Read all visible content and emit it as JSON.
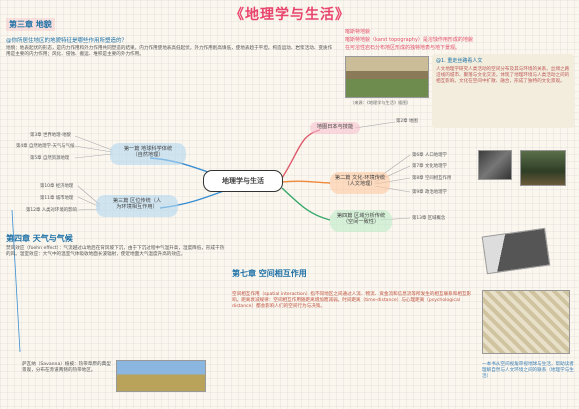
{
  "title": "《地理学与生活》",
  "chapter3": {
    "heading": "第三章 地貌",
    "question": "@你所居住地区的地貌特征是哪些作用所塑造的？",
    "body": "地貌：地表起伏的形态，是内力作用和外力作用共同塑造的结果。内力作用使地表高低起伏，外力作用削高填低，使地表趋于平坦。构造运动、岩浆活动、变质作用是主要的内力作用；风化、侵蚀、搬运、堆积是主要的外力作用。"
  },
  "karst": {
    "line1": "喀斯特地貌",
    "line2": "喀斯特地貌（karst topography）是溶蚀作用形成的地貌",
    "line3": "在可溶性岩石分布地区形成的独特地表与地下景观。",
    "caption": "（来源：《地理学与生活》插图）"
  },
  "note": {
    "heading": "@1. 重走丝路看人文",
    "body": "人文地理学研究人类活动的空间分布及其与环境的关系。丝绸之路沿线的城市、聚落与文化交流，体现了地理环境与人类活动之间的相互影响。文化在空间中扩散、融合，形成了独特的文化景观。"
  },
  "mindmap": {
    "center": "地理学与生活",
    "b1": "第一篇 地球科学体统\n（自然地理）",
    "b2": "第二篇 文化-环境传统\n（人文地理）",
    "b3": "第三篇 区位传统（人\n为环境相互作用）",
    "b4": "第四篇 区域分析传统\n（空间一致性）",
    "top": "地图日本与技能",
    "top_leaf": "第2章 地图",
    "left_leaves": [
      "第3章 世界地理-地貌",
      "第4章 自然地理学-天气与气候",
      "第5章 自然资源地理"
    ],
    "left_leaves2": [
      "第10章 经济地理",
      "第11章 城市地理",
      "第12章 人类对环境的影响"
    ],
    "right_leaves": [
      "第6章 人口地理学",
      "第7章 文化地理学",
      "第8章 空间相互作用",
      "第9章 政治地理学"
    ],
    "right_leaf4": "第13章 区域概念"
  },
  "chapter4": {
    "heading": "第四章 天气与气候",
    "body": "焚风效应（foehn effect）：气流越过山地后在背风坡下沉，由于下沉过程中气温升高，湿度降低，形成干热的风。温室效应：大气中的温室气体吸收地面长波辐射，使近地面大气温度升高的效应。",
    "savanna": "萨瓦纳（Savanna）植被：热带草原的典型景观，分布在赤道两侧的热带地区。"
  },
  "chapter7": {
    "heading": "第七章 空间相互作用",
    "body": "空间相互作用（spatial interaction）指不同地区之间通过人流、物流、资金流和信息流等所发生的相互联系和相互影响。距离衰减规律：空间相互作用随距离增加而减弱。时间距离（time-distance）与心理距离（psychological distance）都会影响人们的空间行为与决策。"
  },
  "book_caption": "一本书从空间视角审视地球与生活，帮助读者理解自然与人文环境之间的联系（地理学与生活）"
}
